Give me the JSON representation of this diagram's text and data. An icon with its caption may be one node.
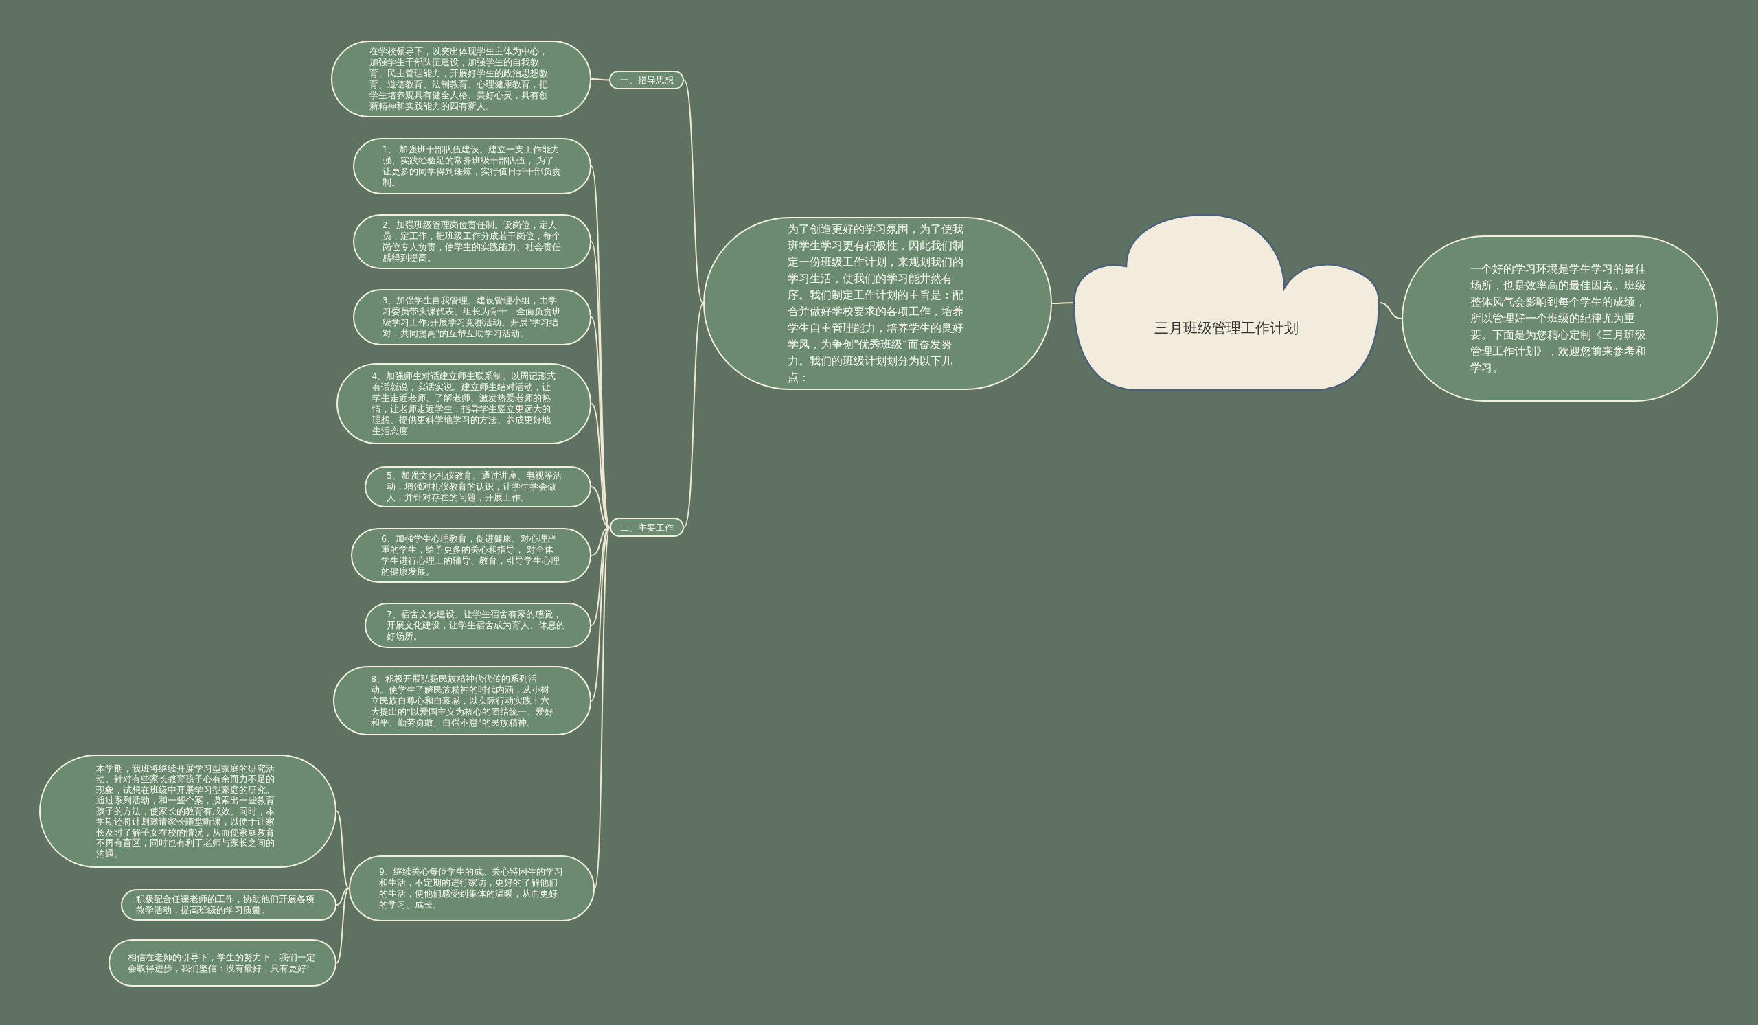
{
  "diagram": {
    "nodes": [
      {
        "text": [
          "三月班级管理工作计划"
        ]
      },
      {
        "text": [
          "一个好的学习环境是学生学习的最佳场所，也是效率高的最佳因素。班级整体风气会影响到每个学生的成绩，所以管理好一个班级的纪律尤为重要。下面是为您精心定制《三月班级管理工作计划》，欢迎您前来参考和学习。"
        ]
      },
      {
        "text": [
          "为了创造更好的学习氛围，为了使我班学生学习更有积极性，因此我们制定一份班级工作计划，来规划我们的学习生活，使我们的学习能井然有序。我们制定工作计划的主旨是：配合并做好学校要求的各项工作，培养学生自主管理能力，培养学生的良好学风，为争创\"优秀班级\"而奋发努力。我们的班级计划划分为以下几点："
        ]
      },
      {
        "text": [
          "一、指导思想"
        ]
      },
      {
        "text": [
          "在学校领导下，以突出体现学生主体为中心，加强学生干部队伍建设，加强学生的自我教育、民主管理能力，开展好学生的政治思想教育、道德教育、法制教育、心理健康教育，把学生培养观具有健全人格、美好心灵，具有创新精神和实践能力的四有新人。"
        ]
      },
      {
        "text": [
          "二、主要工作"
        ]
      },
      {
        "text": [
          "1、 加强班干部队伍建设。建立一支工作能力强、实践经验足的常务班级干部队伍， 为了让更多的同学得到锤炼，实行值日班干部负责制。"
        ]
      },
      {
        "text": [
          "2、加强班级管理岗位责任制。设岗位，定人员，定工作，把班级工作分成若干岗位，每个岗位专人负责，使学生的实践能力、社会责任感得到提高。"
        ]
      },
      {
        "text": [
          "3、加强学生自我管理。建设管理小组，由学习委员带头课代表、组长为骨干，全面负责班级学习工作;开展学习竞赛活动。开展\"学习结对，共同提高\"的互帮互助学习活动。"
        ]
      },
      {
        "text": [
          "4、加强师生对话建立师生联系制。以周记形式有话就说，实话实说。建立师生结对活动，让学生走近老师、了解老师、激发热爱老师的热情，让老师走近学生，指导学生竖立更远大的理想、提供更科学地学习的方法、养成更好地生活态度"
        ]
      },
      {
        "text": [
          "5、加强文化礼仪教育。通过讲座、电视等活动，增强对礼仪教育的认识，让学生学会做人，并针对存在的问题，开展工作。"
        ]
      },
      {
        "text": [
          "6、加强学生心理教育，促进健康。对心理严重的学生，给予更多的关心和指导， 对全体学生进行心理上的辅导、教育，引导学生心理的健康发展。"
        ]
      },
      {
        "text": [
          "7、宿舍文化建设。让学生宿舍有家的感觉，开展文化建设，让学生宿舍成为育人、休息的好场所。"
        ]
      },
      {
        "text": [
          "8、积极开展弘扬民族精神代代传的系列活动。使学生了解民族精神的时代内涵，从小树立民族自尊心和自豪感，以实际行动实践十六大提出的\"以爱国主义为核心的团结统一、爱好和平、勤劳勇敢、自强不息\"的民族精神。"
        ]
      },
      {
        "text": [
          "9、继续关心每位学生的成。关心特困生的学习和生活，不定期的进行家访，更好的了解他们的生活，使他们感受到集体的温暖，从而更好的学习、成长。"
        ]
      },
      {
        "text": [
          "本学期，我班将继续开展学习型家庭的研究活动。针对有些家长教育孩子心有余而力不足的现象，试想在班级中开展学习型家庭的研究。通过系列活动，和一些个案，摸索出一些教育孩子的方法，使家长的教育有成效。同时，本学期还将计划邀请家长随堂听课，以便于让家长及时了解子女在校的情况，从而使家庭教育不再有盲区，同时也有利于老师与家长之间的沟通。"
        ]
      },
      {
        "text": [
          "积极配合任课老师的工作，协助他们开展各项教学活动，提高班级的学习质量。"
        ]
      },
      {
        "text": [
          "相信在老师的引导下，学生的努力下，我们一定会取得进步，我们坚信：没有最好，只有更好!"
        ]
      }
    ],
    "edges": [
      {
        "from": 0,
        "to": 1,
        "arrow": "none"
      },
      {
        "from": 0,
        "to": 2,
        "arrow": "none"
      },
      {
        "from": 2,
        "to": 3,
        "arrow": "none"
      },
      {
        "from": 2,
        "to": 5,
        "arrow": "none"
      },
      {
        "from": 3,
        "to": 4,
        "arrow": "none"
      },
      {
        "from": 5,
        "to": 6,
        "arrow": "none"
      },
      {
        "from": 5,
        "to": 7,
        "arrow": "none"
      },
      {
        "from": 5,
        "to": 8,
        "arrow": "none"
      },
      {
        "from": 5,
        "to": 9,
        "arrow": "none"
      },
      {
        "from": 5,
        "to": 10,
        "arrow": "none"
      },
      {
        "from": 5,
        "to": 11,
        "arrow": "none"
      },
      {
        "from": 5,
        "to": 12,
        "arrow": "none"
      },
      {
        "from": 5,
        "to": 13,
        "arrow": "none"
      },
      {
        "from": 5,
        "to": 14,
        "arrow": "none"
      },
      {
        "from": 14,
        "to": 15,
        "arrow": "none"
      },
      {
        "from": 14,
        "to": 16,
        "arrow": "none"
      },
      {
        "from": 14,
        "to": 17,
        "arrow": "none"
      }
    ]
  }
}
